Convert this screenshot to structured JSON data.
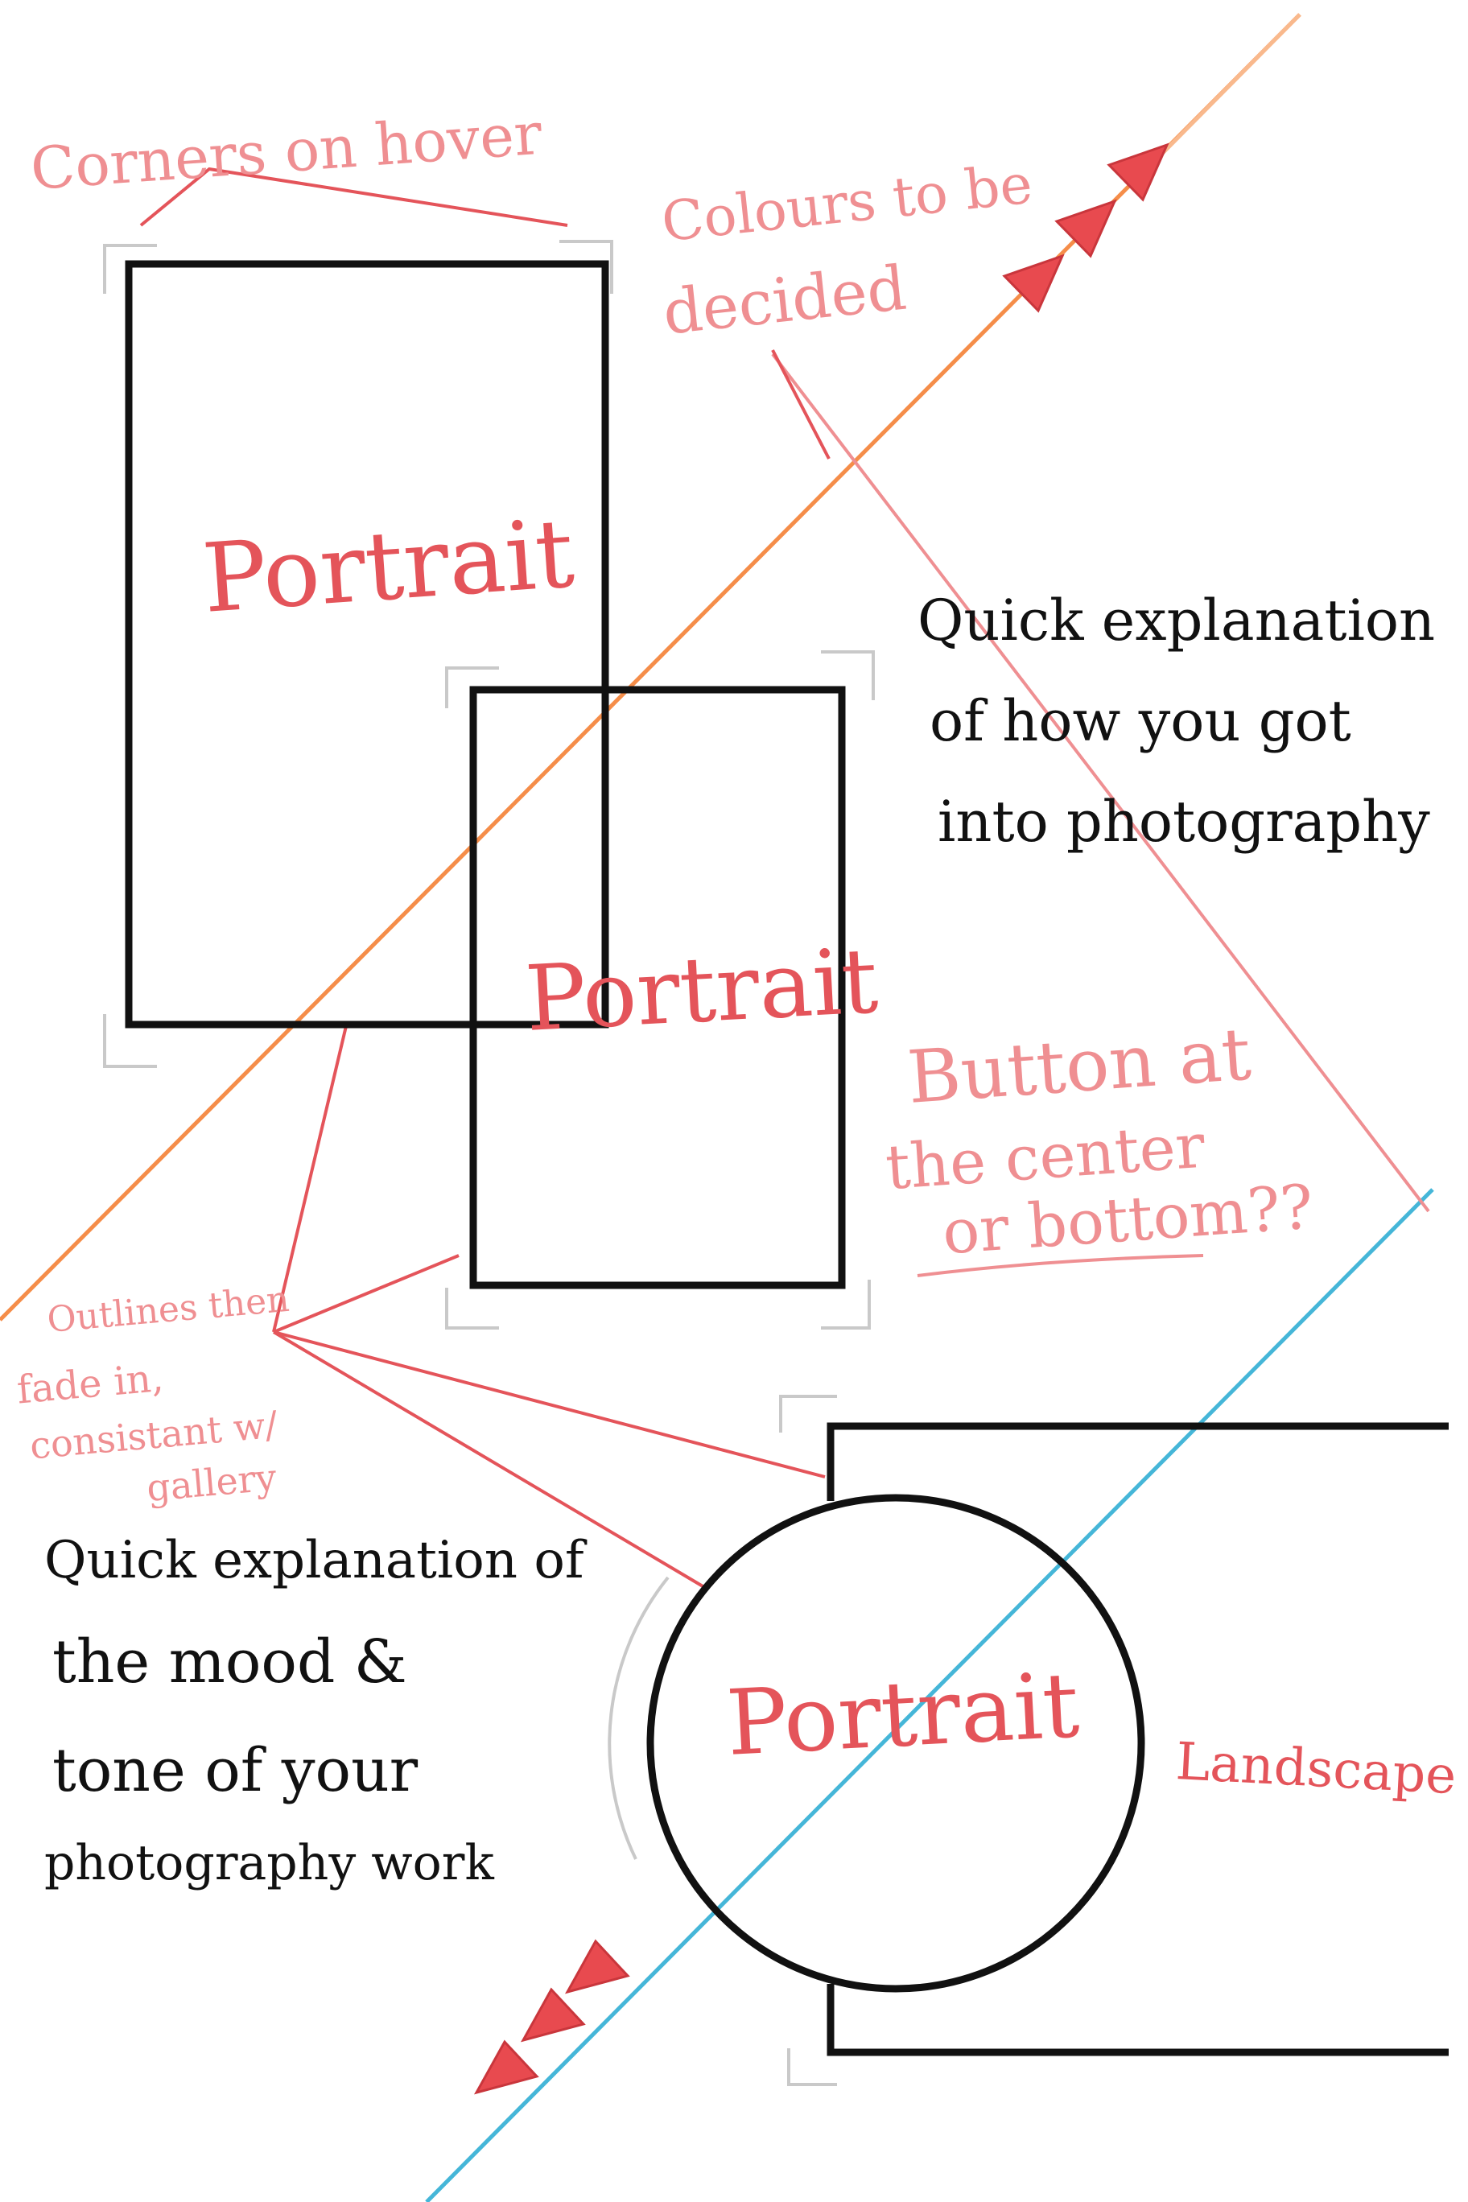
{
  "annotations": {
    "corners_on_hover": "Corners on hover",
    "colours_line1": "Colours to be",
    "colours_line2": "decided",
    "about_line1": "Quick explanation",
    "about_line2": "of how you got",
    "about_line3": "into photography",
    "button_line1": "Button at",
    "button_line2": "the center",
    "button_line3": "or bottom??",
    "outlines_line1": "Outlines then",
    "outlines_line2": "fade in,",
    "outlines_line3": "consistant w/",
    "outlines_line4": "gallery",
    "mood_line1": "Quick explanation of",
    "mood_line2": "the mood &",
    "mood_line3": "tone of your",
    "mood_line4": "photography work"
  },
  "frames": {
    "portrait_1": "Portrait",
    "portrait_2": "Portrait",
    "portrait_circle": "Portrait",
    "landscape": "Landscape"
  },
  "colors": {
    "orange_line": "#f47a2a",
    "blue_line": "#45b6d8",
    "annotation_red": "#e4545a",
    "ink": "#111111"
  }
}
